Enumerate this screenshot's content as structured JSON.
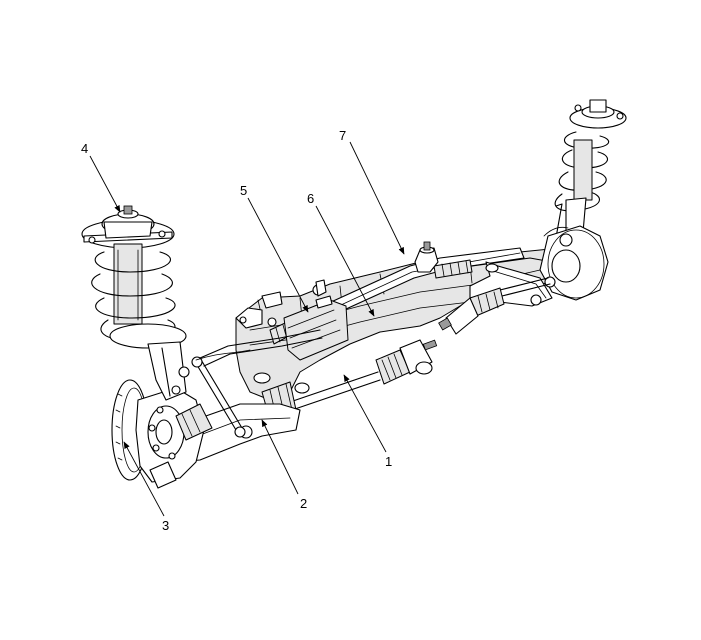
{
  "callouts": [
    {
      "id": "1",
      "label": "1"
    },
    {
      "id": "2",
      "label": "2"
    },
    {
      "id": "3",
      "label": "3"
    },
    {
      "id": "4",
      "label": "4"
    },
    {
      "id": "5",
      "label": "5"
    },
    {
      "id": "6",
      "label": "6"
    },
    {
      "id": "7",
      "label": "7"
    }
  ]
}
